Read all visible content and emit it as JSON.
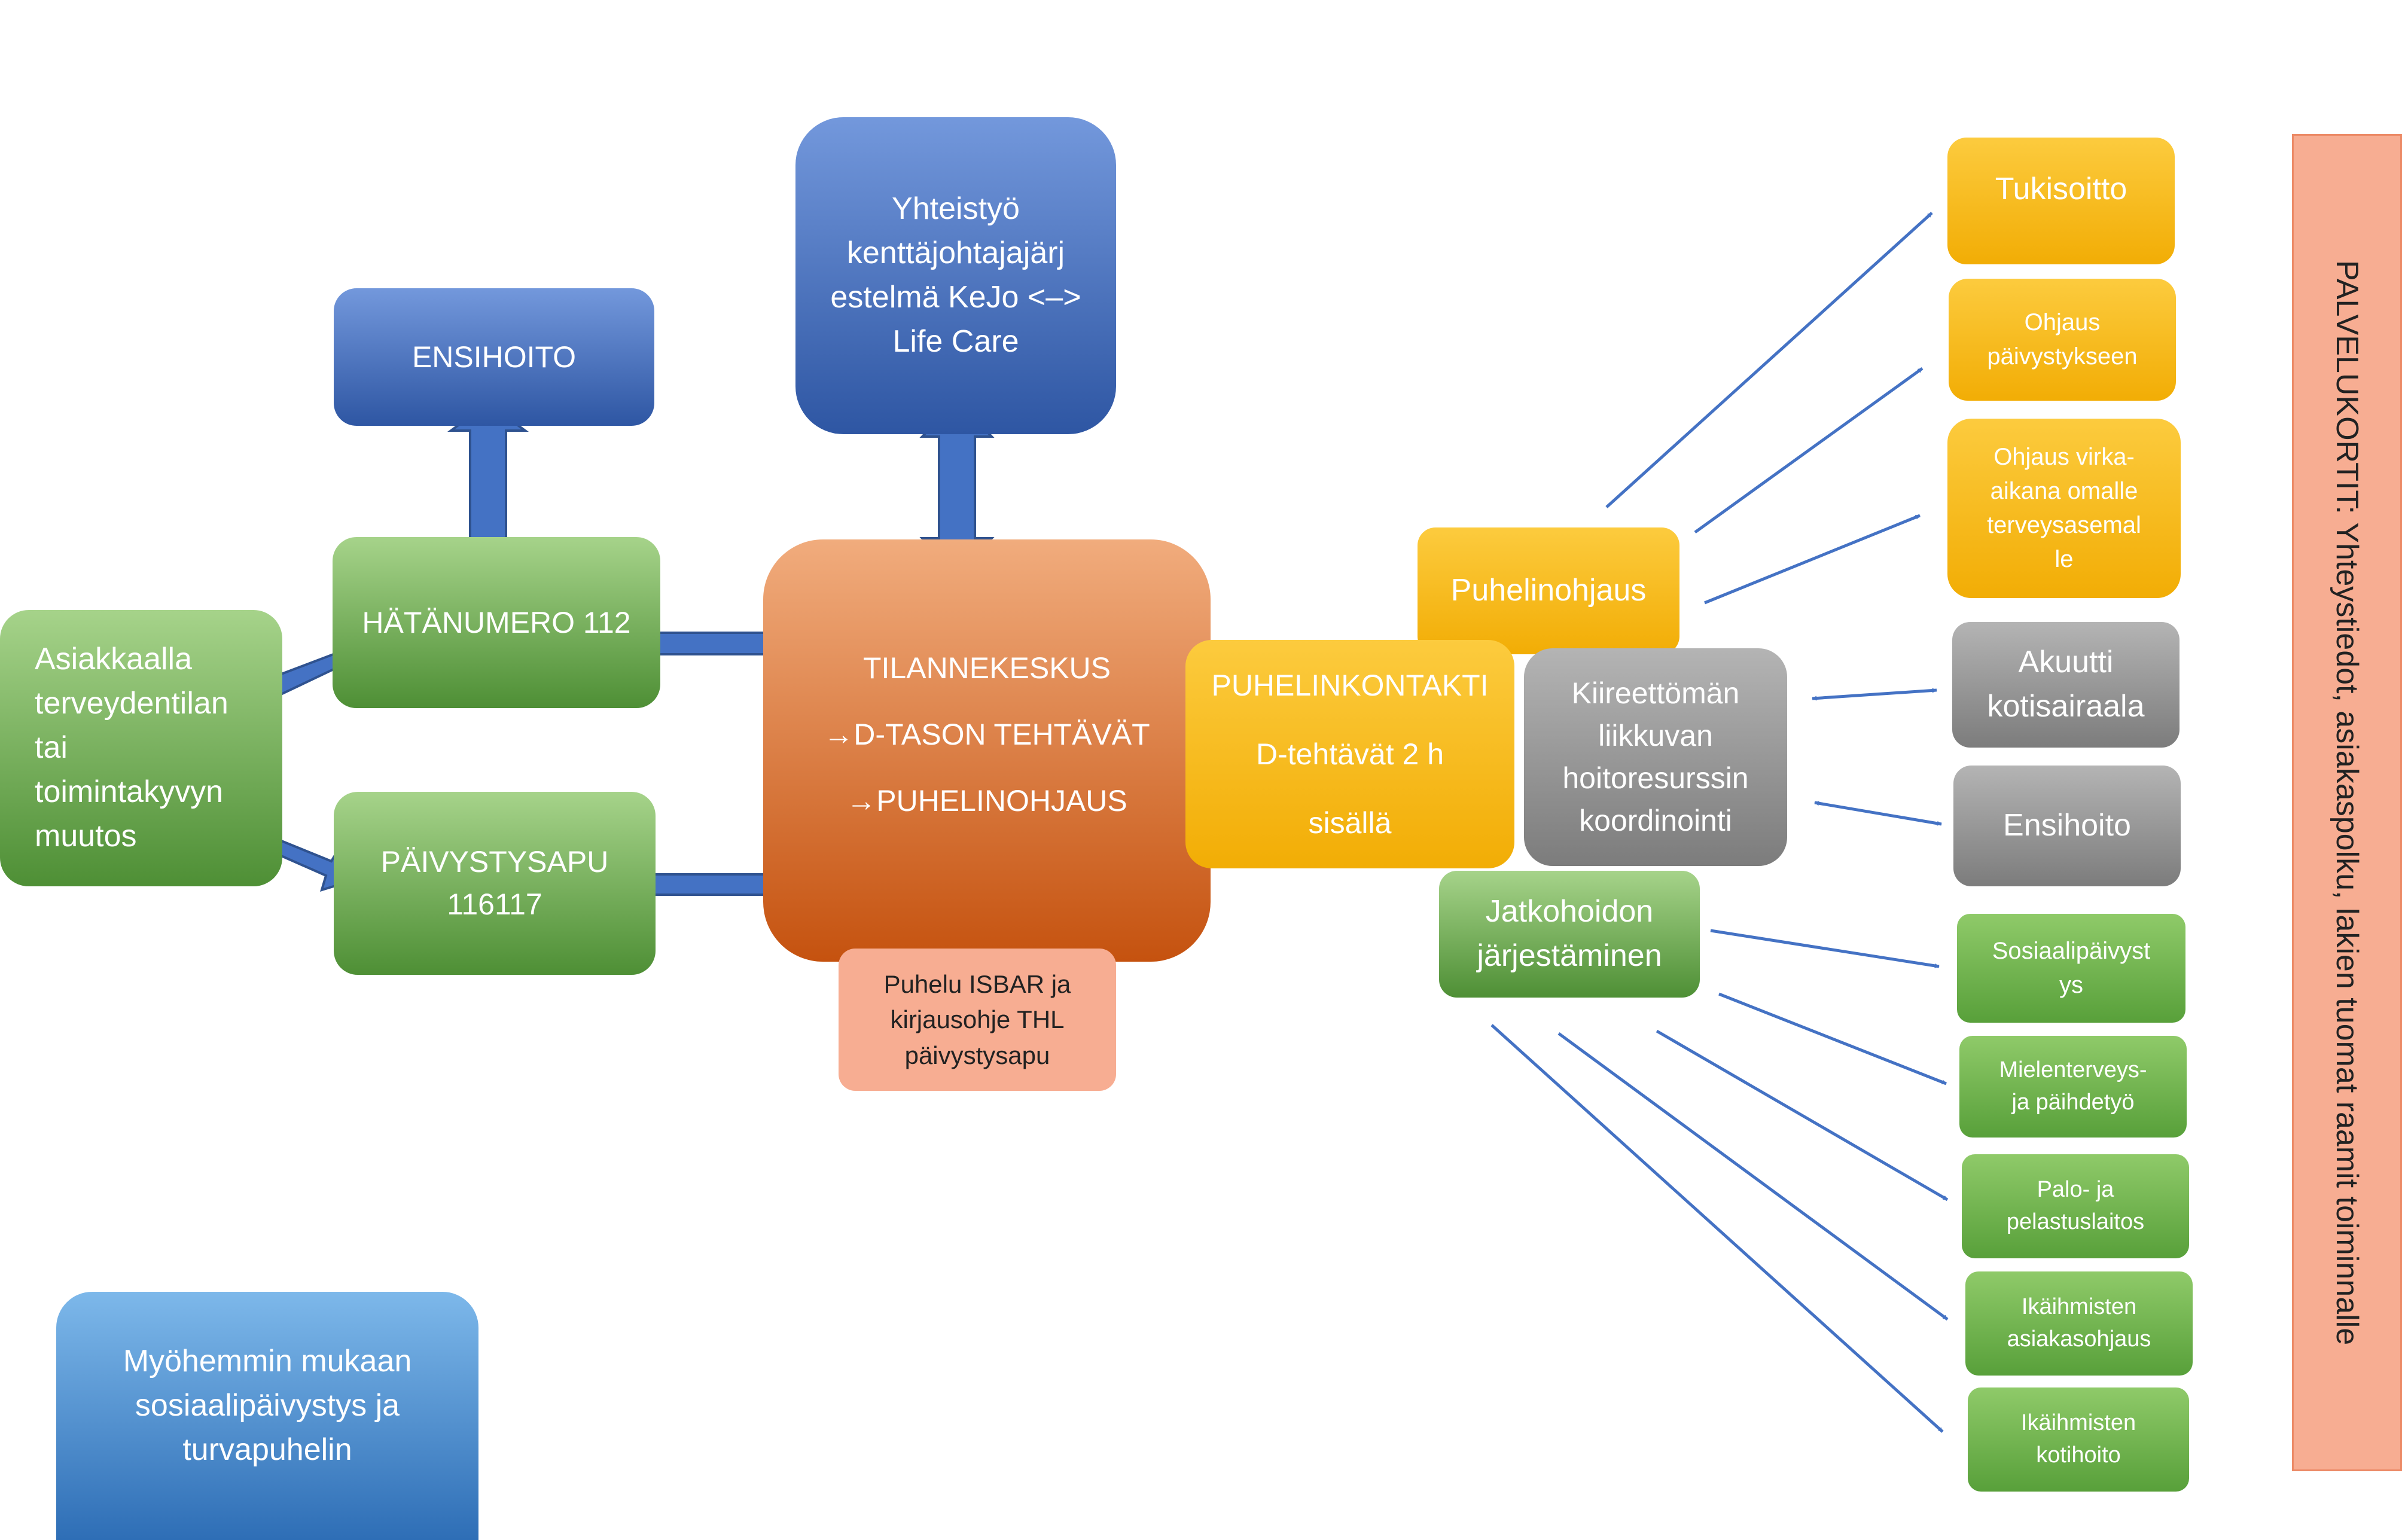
{
  "nodes": {
    "customer": [
      "Asiakkaalla",
      "terveydentilan",
      "tai",
      "toimintakyvyn",
      "muutos"
    ],
    "ensihoito_top": [
      "ENSIHOITO"
    ],
    "hatanumero": [
      "HÄTÄNUMERO 112"
    ],
    "paivystysapu": [
      "PÄIVYSTYSAPU",
      "116117"
    ],
    "kejo": [
      "Yhteistyö",
      "kenttäjohtajajärj",
      "estelmä KeJo <–>",
      "Life Care"
    ],
    "tilannekeskus": [
      "TILANNEKESKUS",
      "→D-TASON TEHTÄVÄT",
      "→PUHELINOHJAUS"
    ],
    "isbar": [
      "Puhelu ISBAR ja",
      "kirjausohje THL",
      "päivystysapu"
    ],
    "puhelinkontakti": [
      "PUHELINKONTAKTI",
      "D-tehtävät 2 h",
      "sisällä"
    ],
    "puhelinohjaus": [
      "Puhelinohjaus"
    ],
    "kiireettoman": [
      "Kiireettömän",
      "liikkuvan",
      "hoitoresurssin",
      "koordinointi"
    ],
    "jatkohoidon": [
      "Jatkohoidon",
      "järjestäminen"
    ],
    "tukisoitto": [
      "Tukisoitto"
    ],
    "ohjaus_paivystykseen": [
      "Ohjaus",
      "päivystykseen"
    ],
    "ohjaus_virka": [
      "Ohjaus virka-",
      "aikana omalle",
      "terveysasemal",
      "le"
    ],
    "akuutti": [
      "Akuutti",
      "kotisairaala"
    ],
    "ensihoito_right": [
      "Ensihoito"
    ],
    "sosiaali": [
      "Sosiaalipäivyst",
      "ys"
    ],
    "mielenterveys": [
      "Mielenterveys-",
      "ja päihdetyö"
    ],
    "palo": [
      "Palo- ja",
      "pelastuslaitos"
    ],
    "ikaihmisten_asiakas": [
      "Ikäihmisten",
      "asiakasohjaus"
    ],
    "ikaihmisten_koti": [
      "Ikäihmisten",
      "kotihoito"
    ],
    "later": [
      "Myöhemmin mukaan",
      "sosiaalipäivystys ja",
      "turvapuhelin"
    ]
  },
  "sidebar": {
    "label": "PALVELUKORTIT: Yhteystiedot, asiakaspolku, lakien tuomat raamit toiminnalle"
  },
  "colors": {
    "green": "#70ad47",
    "blue": "#4472c4",
    "orange": "#ed7d31",
    "gold": "#ffc000",
    "grey": "#a5a5a5",
    "peach": "#f7ad92",
    "arrow": "#4472c4"
  }
}
